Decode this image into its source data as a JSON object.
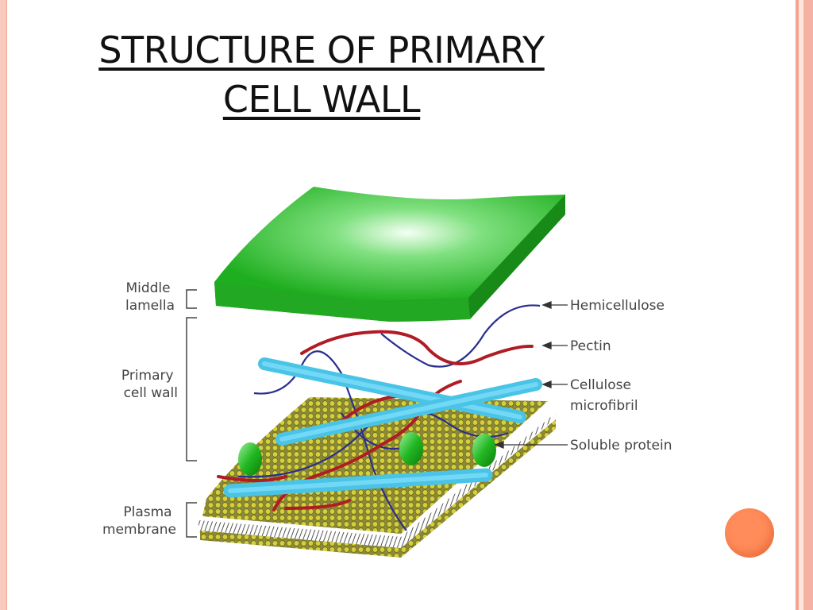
{
  "title": {
    "line1": "STRUCTURE OF PRIMARY ",
    "line2": "CELL WALL"
  },
  "labels": {
    "middle_lamella": [
      "Middle",
      "lamella"
    ],
    "primary_cell_wall": [
      "Primary",
      "cell wall"
    ],
    "plasma_membrane": [
      "Plasma",
      "membrane"
    ],
    "hemicellulose": "Hemicellulose",
    "pectin": "Pectin",
    "cellulose_microfibril": [
      "Cellulose",
      "microfibril"
    ],
    "soluble_protein": "Soluble protein"
  },
  "colors": {
    "middle_lamella": "#2fbf2f",
    "pectin": "#b01c24",
    "hemicellulose": "#2a2f8f",
    "cellulose": "#5ad2f0",
    "membrane_head": "#c8c22a",
    "protein": "#18b018",
    "accent": "#ff8c5a"
  }
}
